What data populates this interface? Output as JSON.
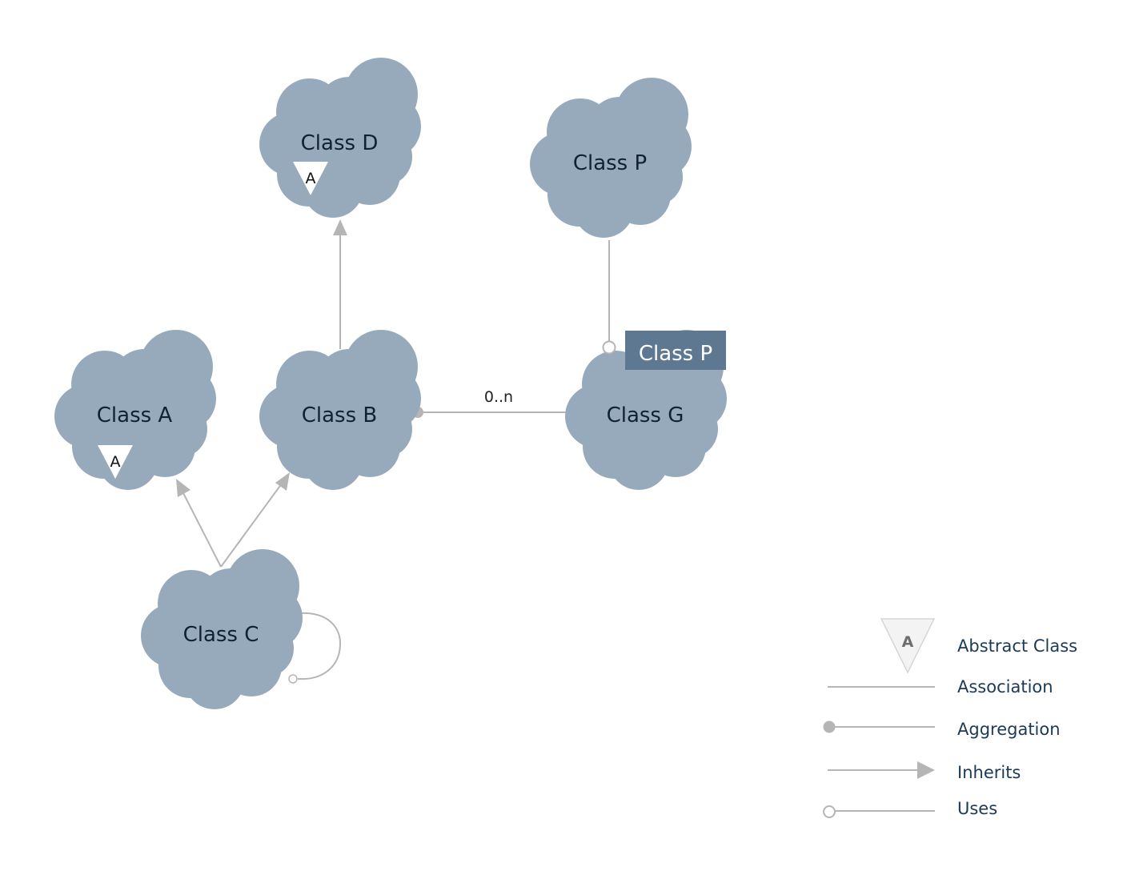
{
  "colors": {
    "cloud": "#97aabb",
    "connector": "#b5b5b5",
    "tag_background": "#5d7890",
    "legend_text": "#1b3a57"
  },
  "classes": {
    "d": {
      "label": "Class D",
      "abstract_mark": "A"
    },
    "p": {
      "label": "Class P"
    },
    "a": {
      "label": "Class A",
      "abstract_mark": "A"
    },
    "b": {
      "label": "Class B"
    },
    "g": {
      "label": "Class G"
    },
    "c": {
      "label": "Class C"
    }
  },
  "relations": {
    "b_g_multiplicity": "0..n",
    "g_tag": "Class P"
  },
  "legend": {
    "abstract_mark": "A",
    "items": [
      {
        "label": "Abstract Class"
      },
      {
        "label": "Association"
      },
      {
        "label": "Aggregation"
      },
      {
        "label": "Inherits"
      },
      {
        "label": "Uses"
      }
    ]
  }
}
